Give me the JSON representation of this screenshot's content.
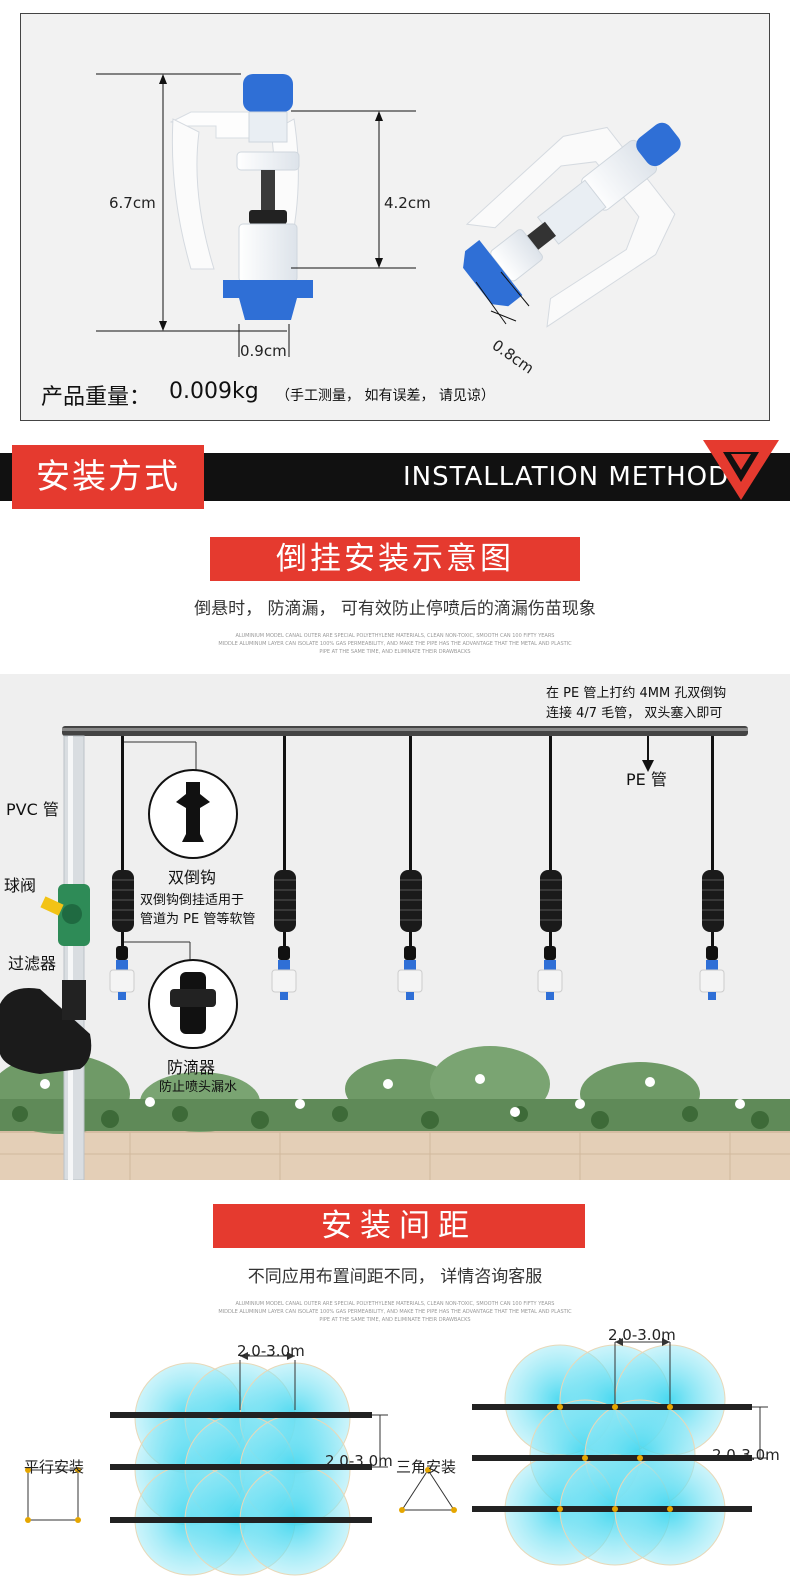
{
  "product": {
    "dim_height": "6.7cm",
    "dim_inner": "4.2cm",
    "dim_width": "0.9cm",
    "dim_nozzle": "0.8cm",
    "weight_label": "产品重量：",
    "weight_value": "0.009kg",
    "weight_note": "（手工测量，  如有误差，  请见谅）"
  },
  "banner": {
    "cn": "安装方式",
    "en": "INSTALLATION METHOD",
    "accent": "#e53a2f"
  },
  "hanging": {
    "title": "倒挂安装示意图",
    "subtitle": "倒悬时，  防滴漏，  可有效防止停喷后的滴漏伤苗现象",
    "fine_1": "ALUMINIUM MODEL CANAL OUTER ARE SPECIAL POLYETHYLENE MATERIALS, CLEAN NON-TOXIC, SMOOTH CAN 100 FIFTY YEARS",
    "fine_2": "MIDDLE ALUMINUM LAYER CAN ISOLATE 100% GAS PERMEABILITY, AND MAKE THE PIPE HAS THE ADVANTAGE THAT THE METAL AND PLASTIC",
    "fine_3": "PIPE AT THE SAME TIME, AND ELIMINATE THEIR DRAWBACKS"
  },
  "scene": {
    "top_note_1": "在 PE 管上打约 4MM 孔双倒钩",
    "top_note_2": "连接 4/7 毛管，  双头塞入即可",
    "pe_pipe": "PE 管",
    "pvc_pipe": "PVC 管",
    "ball_valve": "球阀",
    "filter": "过滤器",
    "hook_title": "双倒钩",
    "hook_desc_1": "双倒钩倒挂适用于",
    "hook_desc_2": "管道为 PE 管等软管",
    "drip_title": "防滴器",
    "drip_desc": "防止喷头漏水"
  },
  "spacing": {
    "title": "安装间距",
    "subtitle": "不同应用布置间距不同，  详情咨询客服",
    "fine_1": "ALUMINIUM MODEL CANAL OUTER ARE SPECIAL POLYETHYLENE MATERIALS, CLEAN NON-TOXIC, SMOOTH CAN 100 FIFTY YEARS",
    "fine_2": "MIDDLE ALUMINUM LAYER CAN ISOLATE 100% GAS PERMEABILITY, AND MAKE THE PIPE HAS THE ADVANTAGE THAT THE METAL AND PLASTIC",
    "fine_3": "PIPE AT THE SAME TIME, AND ELIMINATE THEIR DRAWBACKS",
    "parallel_label": "平行安装",
    "triangle_label": "三角安装",
    "parallel_h": "2.0-3.0m",
    "parallel_v": "2.0-3.0m",
    "triangle_h": "2.0-3.0m",
    "triangle_v": "2.0-3.0m",
    "spray_color": "#39d3ee"
  }
}
